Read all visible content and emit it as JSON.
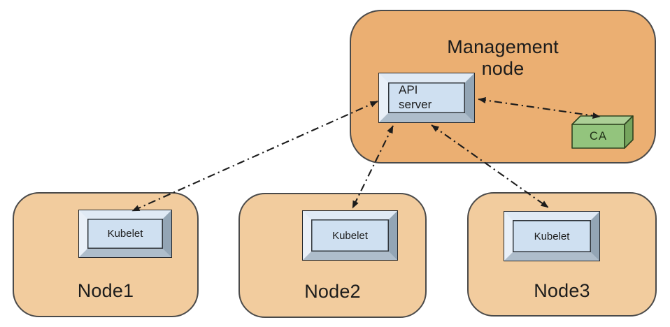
{
  "management_node": {
    "label": "Management node",
    "fill": "#ebaf72",
    "api_server": {
      "label": "API server",
      "face_color": "#cfe0f1"
    },
    "ca": {
      "label": "CA",
      "front_color": "#93c47d",
      "top_color": "#accf96",
      "side_color": "#76a55e"
    }
  },
  "worker_nodes": [
    {
      "label": "Node1",
      "component": "Kubelet"
    },
    {
      "label": "Node2",
      "component": "Kubelet"
    },
    {
      "label": "Node3",
      "component": "Kubelet"
    }
  ],
  "worker_fill": "#f2cc9e",
  "arrow_color": "#1c1c1c",
  "connections": [
    {
      "from": "api-server",
      "to": "kubelet-node1",
      "style": "dash-dot",
      "bidirectional": true
    },
    {
      "from": "api-server",
      "to": "kubelet-node2",
      "style": "dash-dot",
      "bidirectional": true
    },
    {
      "from": "api-server",
      "to": "kubelet-node3",
      "style": "dash-dot",
      "bidirectional": true
    },
    {
      "from": "api-server",
      "to": "ca",
      "style": "dash-dot",
      "bidirectional": true
    }
  ]
}
